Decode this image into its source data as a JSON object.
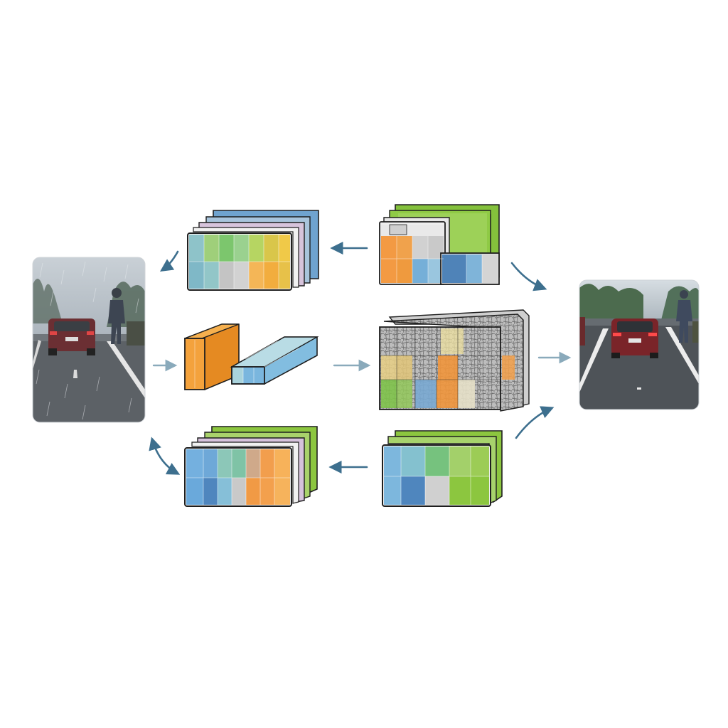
{
  "diagram": {
    "title": "",
    "nodes": [
      {
        "id": "input-rainy-image",
        "kind": "photo",
        "label": ""
      },
      {
        "id": "decoder-stack-top",
        "kind": "feature-stack",
        "label": ""
      },
      {
        "id": "encoder-stack-top",
        "kind": "feature-stack",
        "label": ""
      },
      {
        "id": "orange-block",
        "kind": "feature-block",
        "label": ""
      },
      {
        "id": "blue-block",
        "kind": "feature-block",
        "label": ""
      },
      {
        "id": "texture-cube",
        "kind": "feature-volume",
        "label": ""
      },
      {
        "id": "decoder-stack-bottom",
        "kind": "feature-stack",
        "label": ""
      },
      {
        "id": "encoder-stack-bottom",
        "kind": "feature-stack",
        "label": ""
      },
      {
        "id": "output-clear-image",
        "kind": "photo",
        "label": ""
      }
    ],
    "edges": [
      {
        "from": "encoder-stack-top",
        "to": "decoder-stack-top"
      },
      {
        "from": "decoder-stack-top",
        "to": "input-rainy-image"
      },
      {
        "from": "encoder-stack-top",
        "to": "output-clear-image"
      },
      {
        "from": "input-rainy-image",
        "to": "orange-block"
      },
      {
        "from": "blue-block",
        "to": "texture-cube"
      },
      {
        "from": "texture-cube",
        "to": "output-clear-image"
      },
      {
        "from": "input-rainy-image",
        "to": "decoder-stack-bottom"
      },
      {
        "from": "encoder-stack-bottom",
        "to": "decoder-stack-bottom"
      },
      {
        "from": "encoder-stack-bottom",
        "to": "output-clear-image"
      }
    ],
    "colors": {
      "arrow": "#3d6f8e",
      "arrow_light": "#8aaabb",
      "blue": "#6fa9d6",
      "teal": "#8cc8c8",
      "green": "#8cc63f",
      "orange": "#f0923a",
      "yellow": "#e6c94a",
      "grey": "#c8c8c8",
      "outline": "#1e1e1e"
    }
  }
}
